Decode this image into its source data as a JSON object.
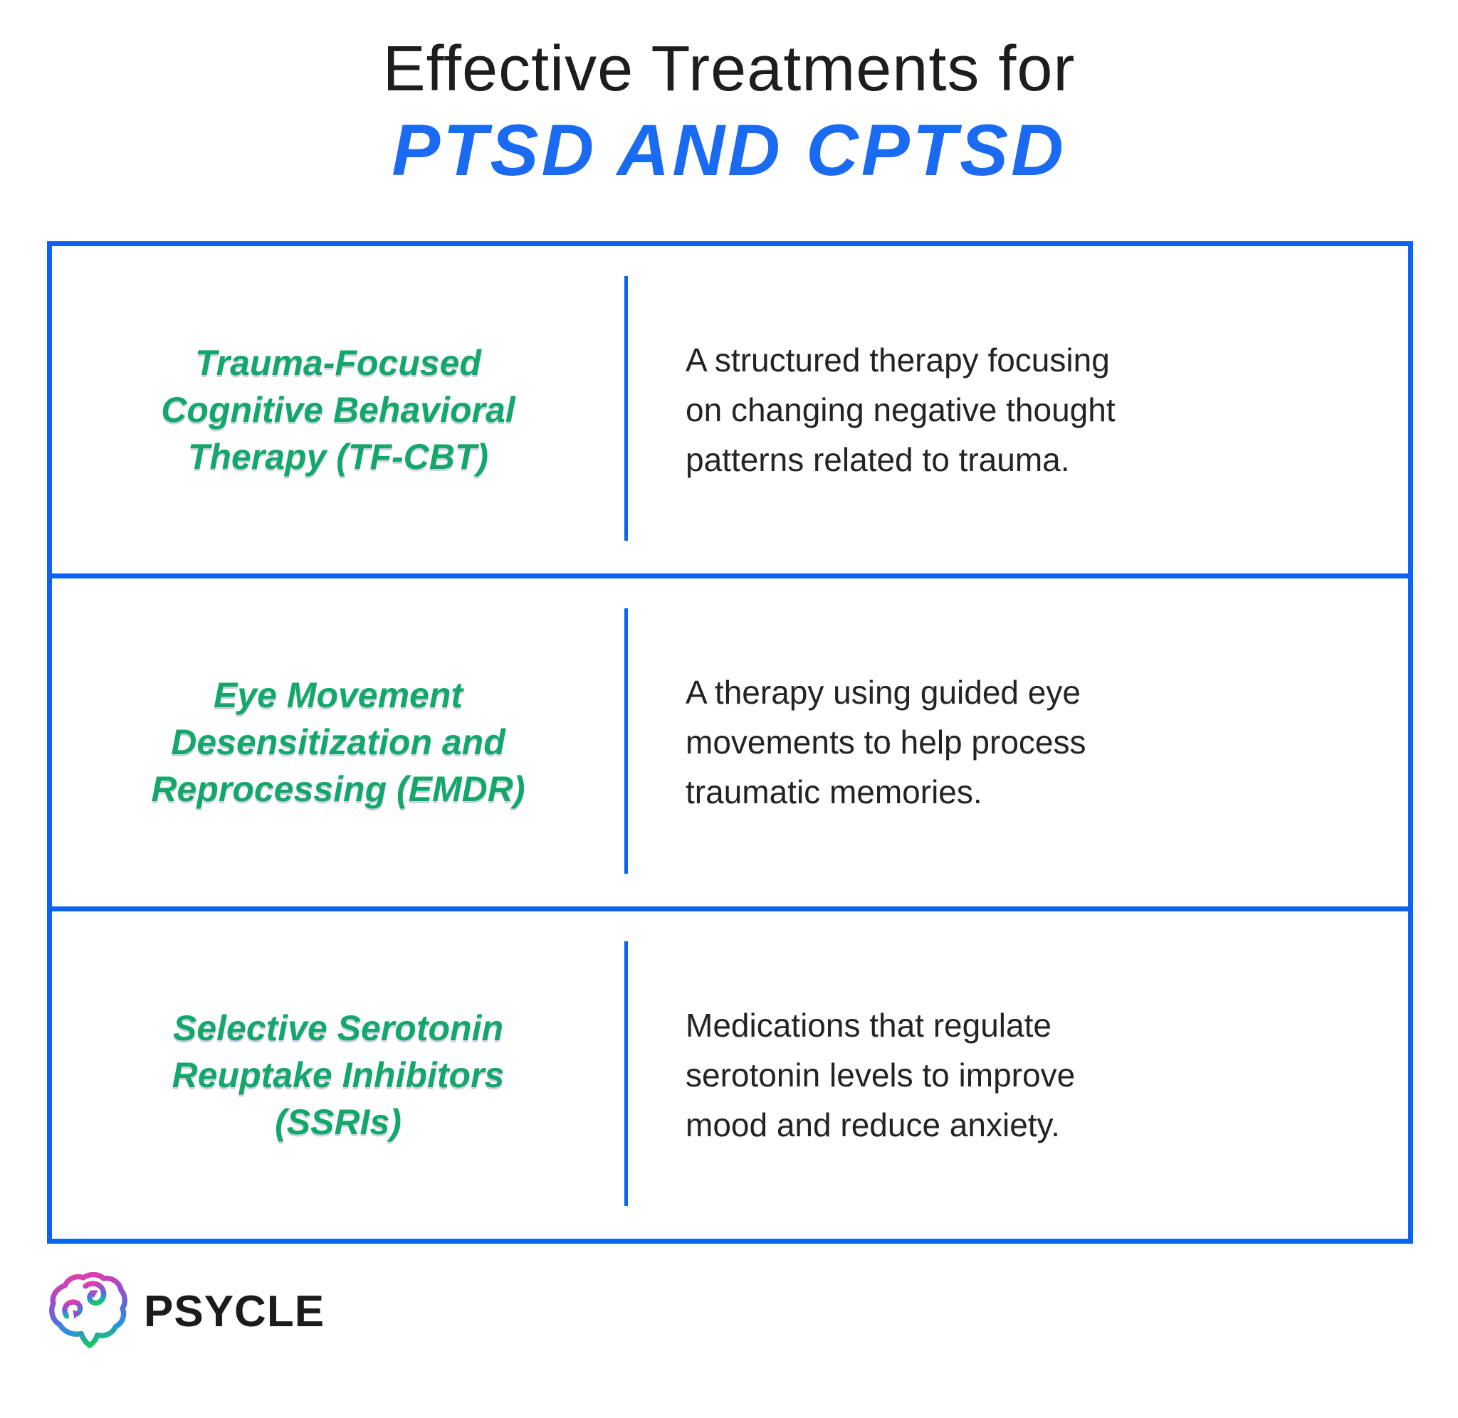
{
  "header": {
    "title_line1": "Effective Treatments for",
    "title_line2": "PTSD AND CPTSD"
  },
  "colors": {
    "border_blue": "#0A63F5",
    "title_blue": "#1B6AF2",
    "treatment_green": "#14A76B",
    "heading_dark": "#1D1D20",
    "body_text": "#222326",
    "logo_gradient_top": "#E83DA6",
    "logo_gradient_mid1": "#A44BC8",
    "logo_gradient_mid2": "#2E8FE0",
    "logo_gradient_bottom": "#16C46C"
  },
  "table": {
    "rows": [
      {
        "treatment_lines": [
          "Trauma-Focused",
          "Cognitive Behavioral",
          "Therapy (TF-CBT)"
        ],
        "description_lines": [
          "A structured therapy focusing",
          "on changing negative thought",
          "patterns related to trauma."
        ]
      },
      {
        "treatment_lines": [
          "Eye Movement",
          "Desensitization and",
          "Reprocessing (EMDR)"
        ],
        "description_lines": [
          "A therapy using guided eye",
          "movements to help process",
          "traumatic memories."
        ]
      },
      {
        "treatment_lines": [
          "Selective Serotonin",
          "Reuptake Inhibitors",
          "(SSRIs)"
        ],
        "description_lines": [
          "Medications that regulate",
          "serotonin levels to improve",
          "mood and reduce anxiety."
        ]
      }
    ]
  },
  "footer": {
    "logo_text": "PSYCLE",
    "logo_icon": "brain-cycle-icon"
  }
}
